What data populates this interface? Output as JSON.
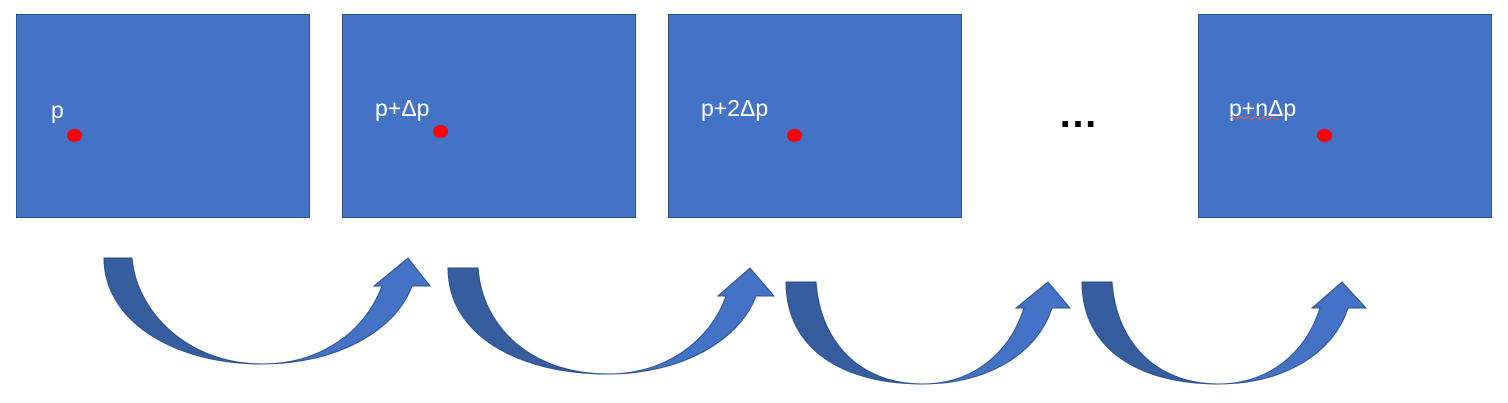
{
  "frames": [
    {
      "label": "p"
    },
    {
      "label": "p+Δp"
    },
    {
      "label": "p+2Δp"
    },
    {
      "label": "p+nΔp"
    }
  ],
  "ellipsis": "…",
  "colors": {
    "frame_fill": "#4472c4",
    "frame_border": "#2f528f",
    "arrow_fill": "#4472c4",
    "arrow_shadow": "#365e9f",
    "point": "#ff0000",
    "label": "#ffffff"
  },
  "arrow_count": 4
}
